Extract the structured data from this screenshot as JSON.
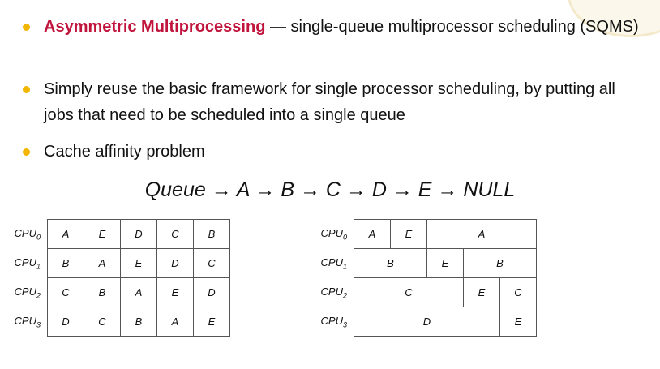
{
  "bullets": [
    {
      "highlight": "Asymmetric Multiprocessing",
      "text": " — single-queue multiprocessor scheduling (SQMS)"
    },
    {
      "text": "Simply reuse the basic framework for single processor scheduling, by putting all jobs that need to be scheduled into a single queue"
    },
    {
      "text": "Cache affinity problem"
    }
  ],
  "queue": "Queue → A → B → C → D → E → NULL",
  "cpu_labels": [
    {
      "base": "CPU",
      "sub": "0"
    },
    {
      "base": "CPU",
      "sub": "1"
    },
    {
      "base": "CPU",
      "sub": "2"
    },
    {
      "base": "CPU",
      "sub": "3"
    }
  ],
  "left_schedule": [
    [
      "A",
      "E",
      "D",
      "C",
      "B"
    ],
    [
      "B",
      "A",
      "E",
      "D",
      "C"
    ],
    [
      "C",
      "B",
      "A",
      "E",
      "D"
    ],
    [
      "D",
      "C",
      "B",
      "A",
      "E"
    ]
  ],
  "right_schedule": [
    [
      {
        "job": "A",
        "slots": 1
      },
      {
        "job": "E",
        "slots": 1
      },
      {
        "job": "A",
        "slots": 3
      }
    ],
    [
      {
        "job": "B",
        "slots": 2
      },
      {
        "job": "E",
        "slots": 1
      },
      {
        "job": "B",
        "slots": 2
      }
    ],
    [
      {
        "job": "C",
        "slots": 3
      },
      {
        "job": "E",
        "slots": 1
      },
      {
        "job": "C",
        "slots": 1
      }
    ],
    [
      {
        "job": "D",
        "slots": 4
      },
      {
        "job": "E",
        "slots": 1
      }
    ]
  ],
  "colors": {
    "highlight": "#c0143c",
    "bullet": "#f2b600"
  }
}
